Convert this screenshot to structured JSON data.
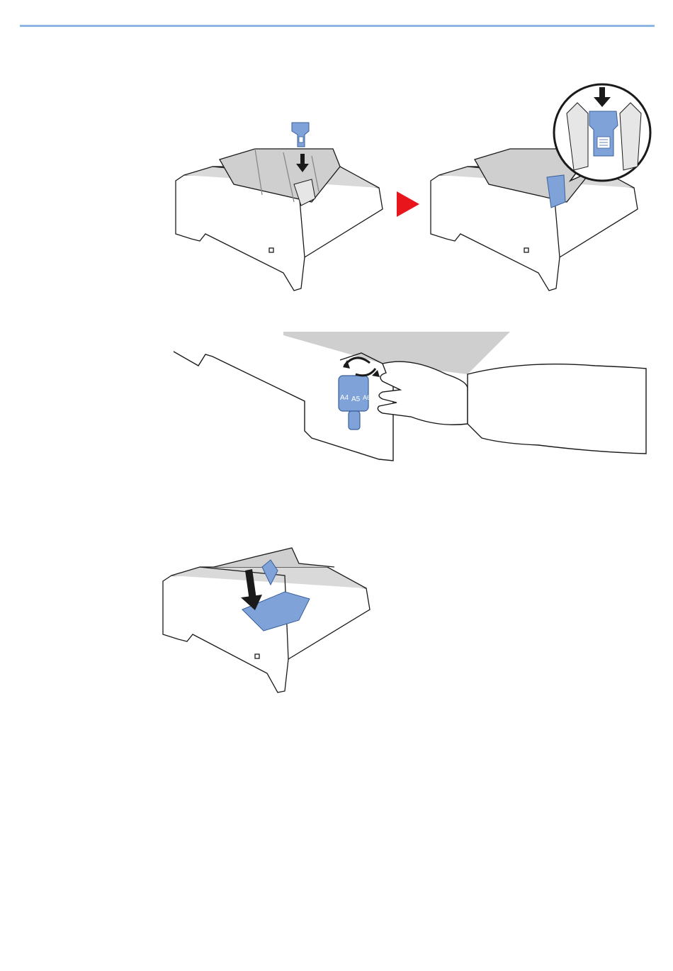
{
  "colors": {
    "rule": "#8fb7e3",
    "accent_blue": "#7fa3d9",
    "arrow_red": "#e8161c",
    "outline": "#1a1a1a",
    "tray_fill": "#ffffff",
    "tray_inner": "#d9d9d9"
  },
  "figures": [
    {
      "id": "insert-stopper-before",
      "icon": "paper-tray-with-stopper"
    },
    {
      "id": "step-arrow",
      "icon": "red-triangle-right"
    },
    {
      "id": "insert-stopper-after",
      "icon": "paper-tray-stopper-inserted-zoom"
    },
    {
      "id": "size-dial",
      "icon": "hand-turning-size-dial"
    },
    {
      "id": "press-plate",
      "icon": "paper-tray-press-plate"
    }
  ],
  "dial": {
    "labels": [
      "A4",
      "A5",
      "A6"
    ]
  }
}
